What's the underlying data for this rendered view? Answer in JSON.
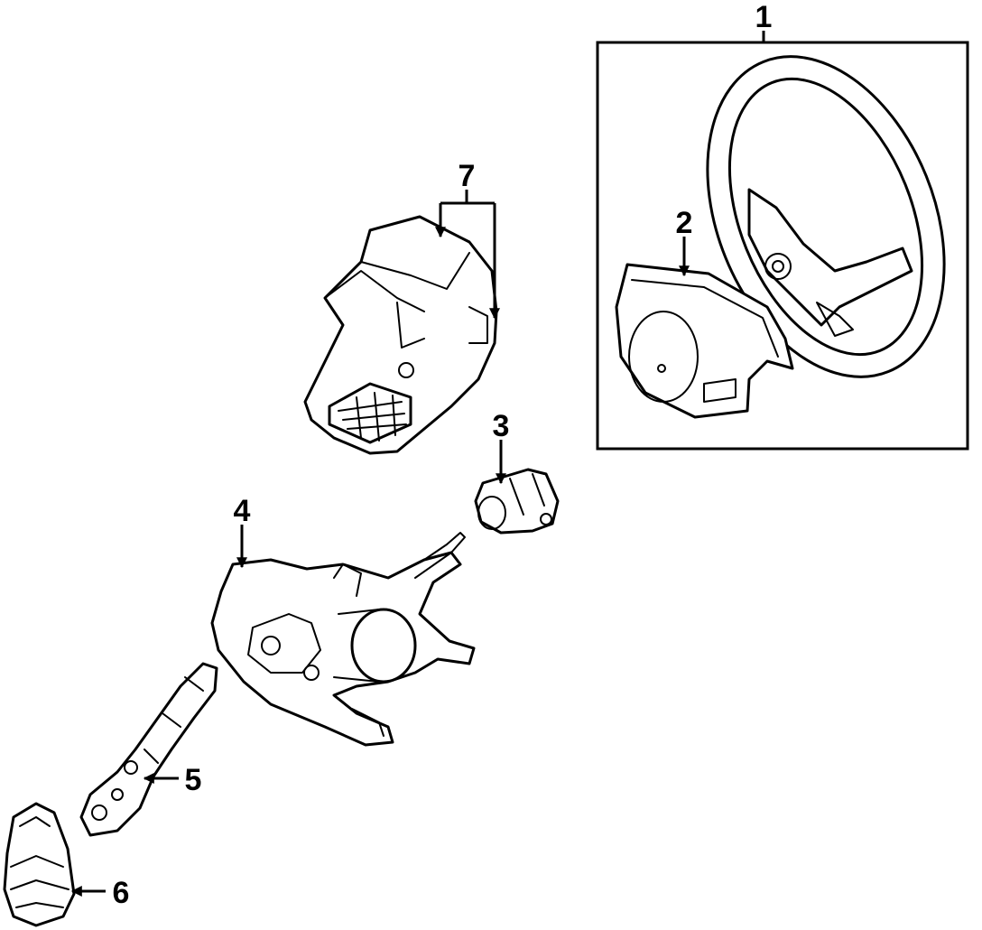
{
  "parts": [
    {
      "id": "steering-wheel",
      "callout": "1"
    },
    {
      "id": "airbag-module",
      "callout": "2"
    },
    {
      "id": "ignition-lock",
      "callout": "3"
    },
    {
      "id": "steering-column",
      "callout": "4"
    },
    {
      "id": "intermediate-shaft",
      "callout": "5"
    },
    {
      "id": "boot",
      "callout": "6"
    },
    {
      "id": "column-cover",
      "callout": "7"
    }
  ],
  "colors": {
    "line": "#000000",
    "background": "#ffffff"
  }
}
